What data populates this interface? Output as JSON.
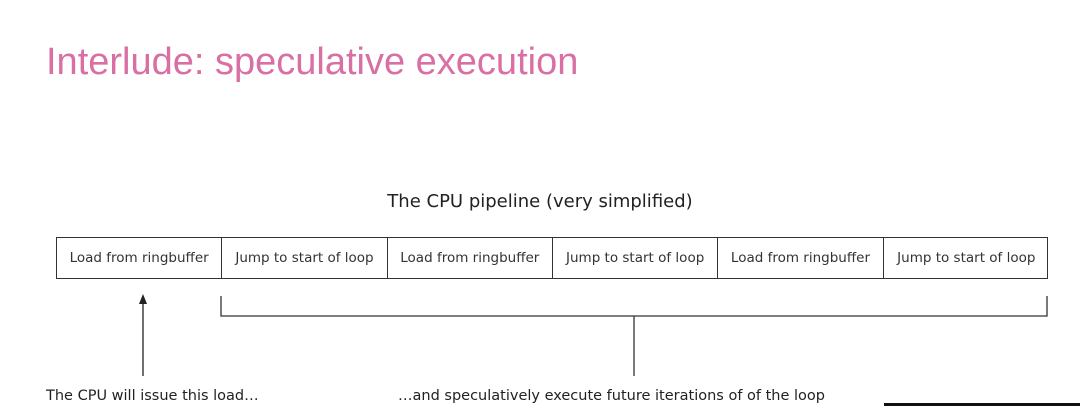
{
  "slide": {
    "title": "Interlude: speculative execution",
    "title_color": "#d96fa3"
  },
  "diagram": {
    "caption": "The CPU pipeline (very simplified)",
    "stages": [
      "Load from ringbuffer",
      "Jump to start of loop",
      "Load from ringbuffer",
      "Jump to start of loop",
      "Load from ringbuffer",
      "Jump to start of loop"
    ],
    "annotations": {
      "issue_load": "The CPU will issue this load…",
      "speculative": "…and speculatively execute future iterations of of the loop"
    }
  }
}
